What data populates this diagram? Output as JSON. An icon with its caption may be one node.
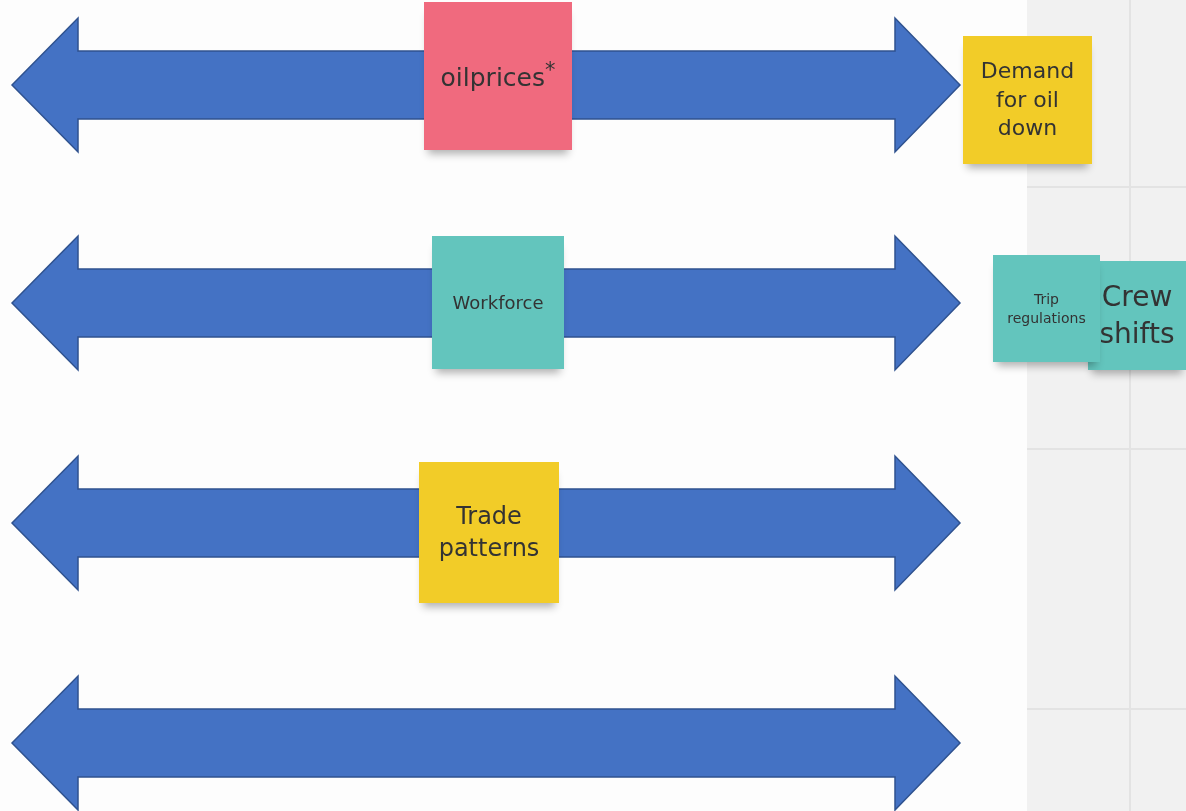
{
  "diagram": {
    "nodes": [
      {
        "text": [
          "oilprices$^{*}$"
        ]
      },
      {
        "text": [
          "Demand for oil down"
        ]
      },
      {
        "text": [
          "Workforce"
        ]
      },
      {
        "text": [
          "Trip regulations"
        ]
      },
      {
        "text": [
          "Crew shifts"
        ]
      },
      {
        "text": [
          "Trade patterns"
        ]
      }
    ]
  }
}
